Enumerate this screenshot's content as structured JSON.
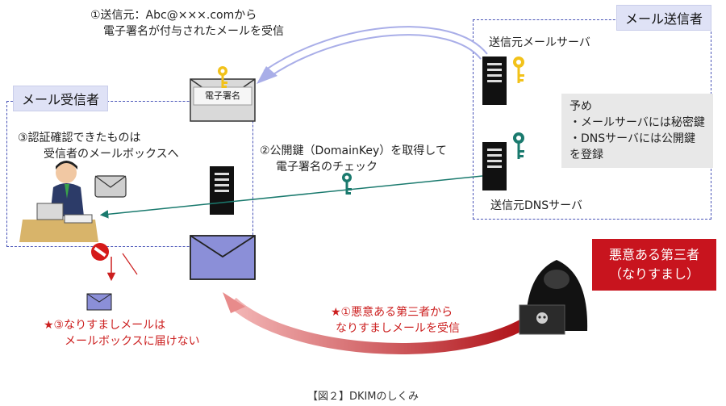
{
  "caption": "【図２】DKIMのしくみ",
  "sender": {
    "title": "メール送信者",
    "mail_server": "送信元メールサーバ",
    "dns_server": "送信元DNSサーバ",
    "note_lines": [
      "予め",
      "・メールサーバには秘密鍵",
      "・DNSサーバには公開鍵",
      "を登録"
    ]
  },
  "receiver": {
    "title": "メール受信者",
    "signature_label": "電子署名"
  },
  "steps": {
    "step1_line1": "①送信元：Abc@×××.comから",
    "step1_line2": "電子署名が付与されたメールを受信",
    "step2_line1": "②公開鍵（DomainKey）を取得して",
    "step2_line2": "電子署名のチェック",
    "step3_line1": "③認証確認できたものは",
    "step3_line2": "受信者のメールボックスへ"
  },
  "attack": {
    "actor_label": "悪意ある第三者\n（なりすまし）",
    "spoof1_line1": "★①悪意ある第三者から",
    "spoof1_line2": "なりすましメールを受信",
    "spoof3_line1": "★③なりすましメールは",
    "spoof3_line2": "メールボックスに届けない"
  },
  "colors": {
    "dashed_border": "#4a55b8",
    "key_yellow": "#f2c21a",
    "key_green": "#1a7a6e",
    "evil_red": "#c8141e",
    "envelope_purple": "#8b8fd8"
  },
  "icons": [
    "server-icon",
    "key-icon",
    "envelope-icon",
    "no-entry-icon",
    "laptop-icon",
    "hacker-icon",
    "user-at-desk-icon"
  ]
}
